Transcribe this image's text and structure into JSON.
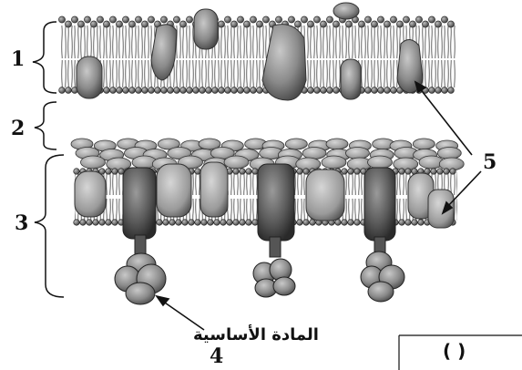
{
  "labels": {
    "one": "1",
    "two": "2",
    "three": "3",
    "four": "4",
    "five": "5"
  },
  "substance_label": "المادة الأساسية",
  "answer_box": "( )"
}
